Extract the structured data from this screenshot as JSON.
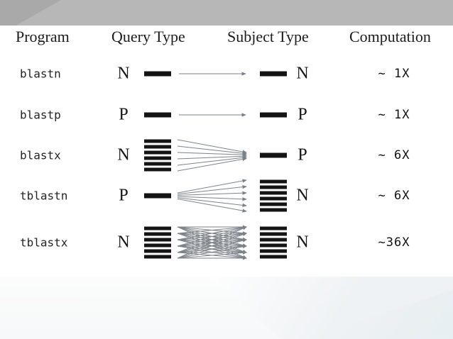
{
  "slide": {
    "theme": {
      "top_bar_color": "#b6b7b6",
      "wedge_color": "#a8a9a8",
      "strand_bar_color": "#141414",
      "arrow_color": "#7e838a",
      "text_color": "#1a1a1a"
    }
  },
  "table": {
    "headers": [
      "Program",
      "Query Type",
      "Subject Type",
      "Computation"
    ],
    "rows": [
      {
        "program": "blastn",
        "query_letter": "N",
        "query_frames": 1,
        "subject_letter": "N",
        "subject_frames": 1,
        "mapping": "one-to-one",
        "computation": "~ 1X"
      },
      {
        "program": "blastp",
        "query_letter": "P",
        "query_frames": 1,
        "subject_letter": "P",
        "subject_frames": 1,
        "mapping": "one-to-one",
        "computation": "~ 1X"
      },
      {
        "program": "blastx",
        "query_letter": "N",
        "query_frames": 6,
        "subject_letter": "P",
        "subject_frames": 1,
        "mapping": "many-to-one",
        "computation": "~ 6X"
      },
      {
        "program": "tblastn",
        "query_letter": "P",
        "query_frames": 1,
        "subject_letter": "N",
        "subject_frames": 6,
        "mapping": "one-to-many",
        "computation": "~ 6X"
      },
      {
        "program": "tblastx",
        "query_letter": "N",
        "query_frames": 6,
        "subject_letter": "N",
        "subject_frames": 6,
        "mapping": "many-to-many",
        "computation": "~36X"
      }
    ]
  }
}
